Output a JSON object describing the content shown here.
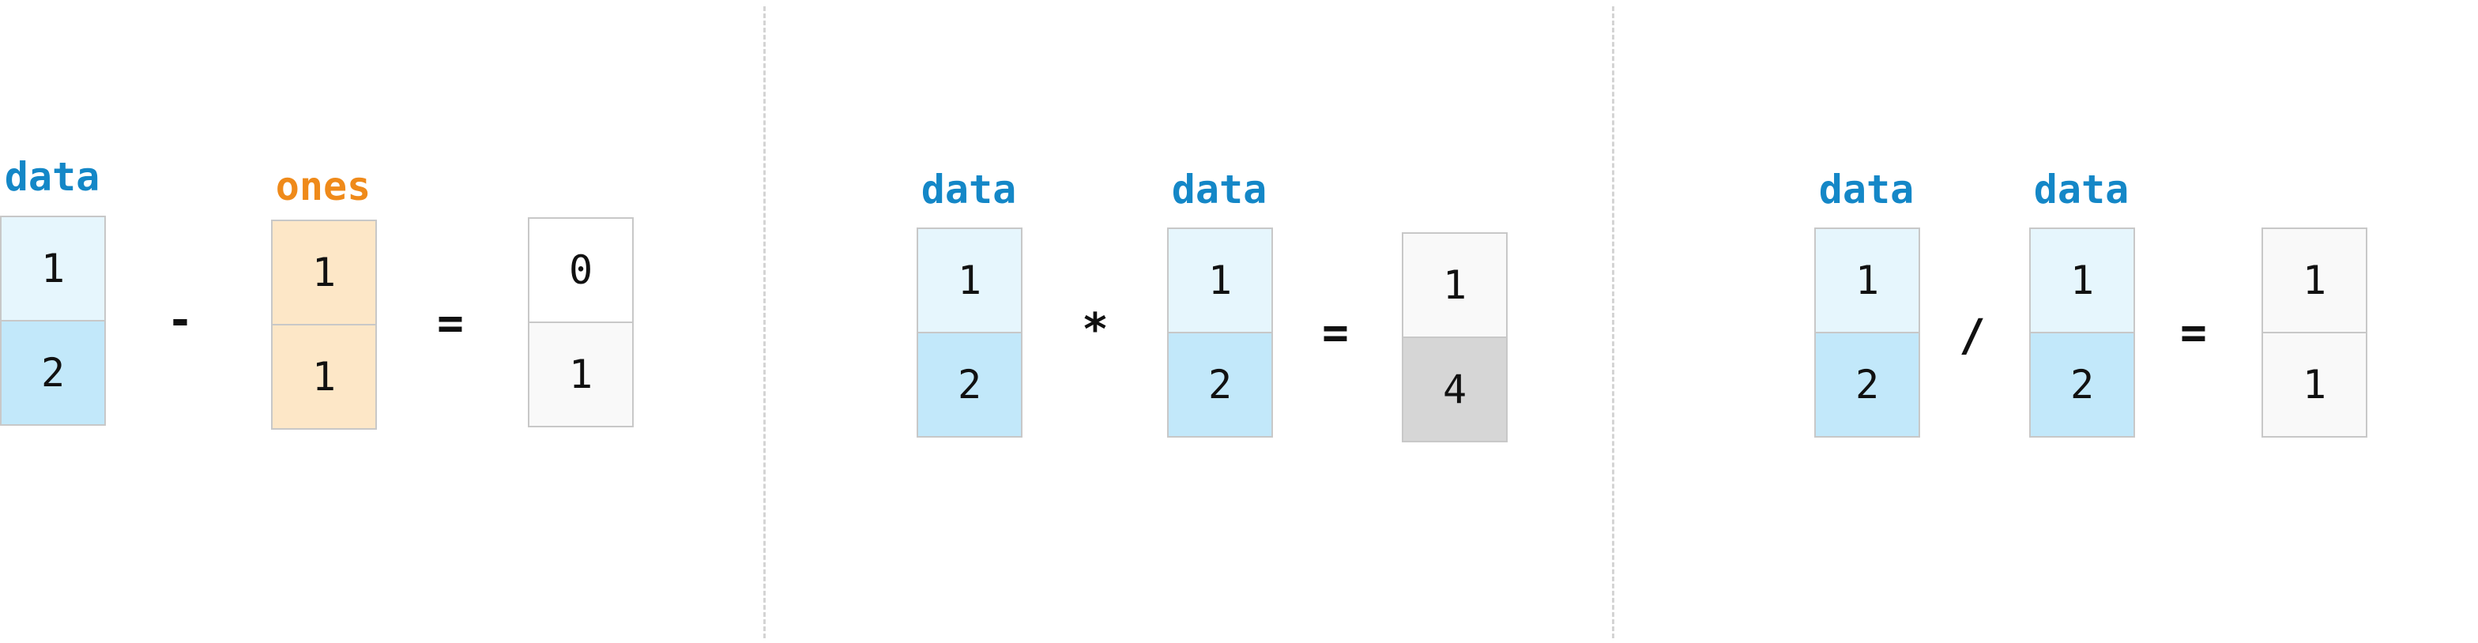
{
  "colors": {
    "data_label": "#1487c7",
    "ones_label": "#ef8a1a",
    "data_cell_top": "#e6f6fd",
    "data_cell_bottom": "#c2e8fa",
    "ones_cell": "#fde7c7",
    "result_cell": "#f9f9f9",
    "result_highlight": "#d6d6d6",
    "divider": "#d4d4d4"
  },
  "panels": [
    {
      "operator": "-",
      "equals": "=",
      "left": {
        "label": "data",
        "values": [
          "1",
          "2"
        ]
      },
      "right": {
        "label": "ones",
        "values": [
          "1",
          "1"
        ]
      },
      "result": {
        "values": [
          "0",
          "1"
        ]
      }
    },
    {
      "operator": "*",
      "equals": "=",
      "left": {
        "label": "data",
        "values": [
          "1",
          "2"
        ]
      },
      "right": {
        "label": "data",
        "values": [
          "1",
          "2"
        ]
      },
      "result": {
        "values": [
          "1",
          "4"
        ]
      }
    },
    {
      "operator": "/",
      "equals": "=",
      "left": {
        "label": "data",
        "values": [
          "1",
          "2"
        ]
      },
      "right": {
        "label": "data",
        "values": [
          "1",
          "2"
        ]
      },
      "result": {
        "values": [
          "1",
          "1"
        ]
      }
    }
  ]
}
